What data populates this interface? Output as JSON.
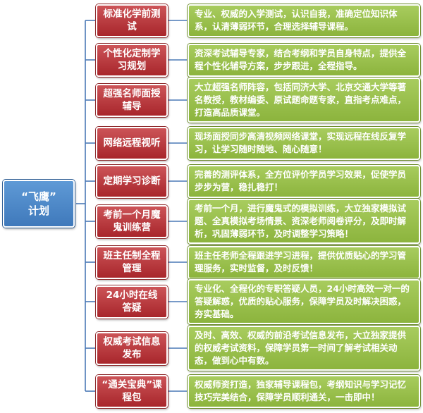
{
  "root": {
    "line1": "“飞鹰”",
    "line2": "计划"
  },
  "branches": [
    {
      "title": "标准化学前测试",
      "desc": "专业、权威的入学测试，认识自我，准确定位知识体系，认清薄弱环节，合理选择辅导课程。"
    },
    {
      "title": "个性化定制学习规划",
      "desc": "资深考试辅导专家，结合考纲和学员自身特点，提供全程个性化辅导方案，步步跟进，全程指导。"
    },
    {
      "title": "超强名师面授辅导",
      "desc": "大立超强名师阵容，包括同济大学、北京交通大学等著名教授，教材编委、原试题命题专家，直指考点难点，打造高品质课堂。"
    },
    {
      "title": "网络远程视听",
      "desc": "现场面授同步高清视频网络课堂，实现远程在线反复学习，让学习随时随地、随心随意！"
    },
    {
      "title": "定期学习诊断",
      "desc": "完善的测评体系，全方位评价学员学习效果，促使学员步步为营，稳扎稳打！"
    },
    {
      "title": "考前一个月魔鬼训练营",
      "desc": "考前一个月，进行魔鬼式的模拟训练，大立独家模拟试题、全真模拟考场情景、资深老师阅卷评分，及即时解析，巩固薄弱环节，及时调整学习策略！"
    },
    {
      "title": "班主任制全程管理",
      "desc": "班主任老师全程跟进学习进程，提供优质贴心的学习管理服务，实时监督，及时反馈！"
    },
    {
      "title": "24小时在线答疑",
      "desc": "专业化、全程化的专职答疑人员，24小时高效一对一的答疑解惑，优质的贴心服务，保障学员及时解决困惑，夯实基础。"
    },
    {
      "title": "权威考试信息发布",
      "desc": "及时、高效、权威的前沿考试信息发布，大立独家提供的权威考试资料，保障学员第一时间了解考试相关动态，做到心中有数。"
    },
    {
      "title": "“通关宝典”课程包",
      "desc": "权威师资打造，独家辅导课程包，考纲知识与学习记忆技巧完美结合，保障学员顺利通关，一击即中！"
    }
  ],
  "colors": {
    "root": "#4f8acb",
    "item": "#b8383c",
    "desc": "#9bc14d",
    "connector": "#4a78b5"
  }
}
